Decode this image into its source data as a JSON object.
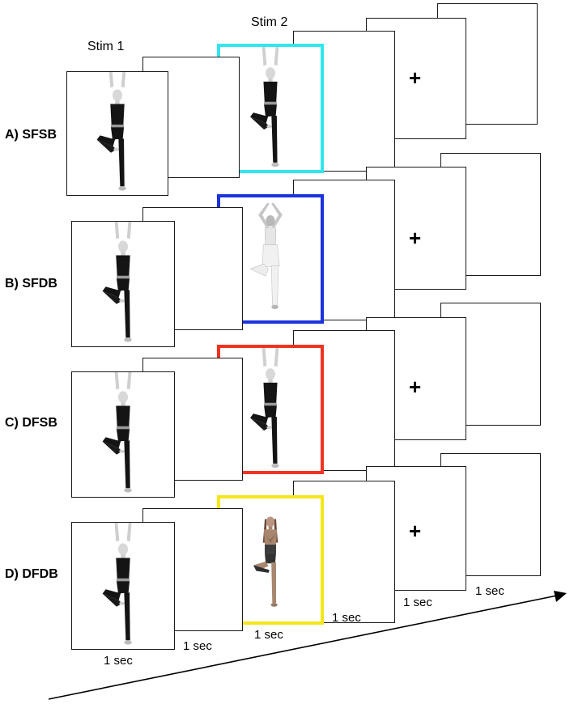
{
  "headers": {
    "stim1": "Stim 1",
    "stim2": "Stim 2"
  },
  "rows": [
    {
      "label": "A) SFSB",
      "stim2_color": "#33e6ee",
      "stim2_figure": "dark-arms-up"
    },
    {
      "label": "B) SFDB",
      "stim2_color": "#1a33dd",
      "stim2_figure": "white-hands-together"
    },
    {
      "label": "C) DFSB",
      "stim2_color": "#f03322",
      "stim2_figure": "dark-arms-up"
    },
    {
      "label": "D) DFDB",
      "stim2_color": "#f5e61a",
      "stim2_figure": "dark-hands-chest"
    }
  ],
  "fixation_symbol": "+",
  "durations": [
    "1 sec",
    "1 sec",
    "1 sec",
    "1 sec",
    "1 sec",
    "1 sec"
  ],
  "time_arrow": "arrow"
}
